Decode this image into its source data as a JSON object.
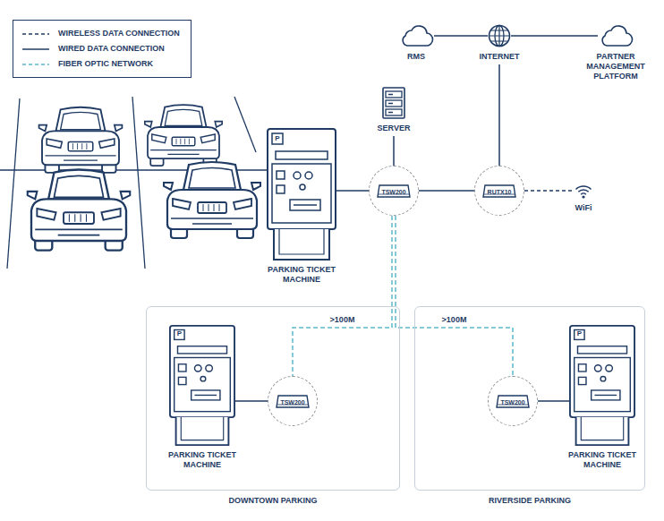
{
  "diagram": {
    "nodes": [
      {
        "text": [
          "RMS"
        ]
      },
      {
        "text": [
          "INTERNET"
        ]
      },
      {
        "text": [
          "PARTNER MANAGEMENT PLATFORM"
        ]
      },
      {
        "text": [
          "SERVER"
        ]
      },
      {
        "text": [
          "PARKING TICKET MACHINE"
        ]
      },
      {
        "text": [
          "TSW200"
        ]
      },
      {
        "text": [
          "RUTX10"
        ]
      },
      {
        "text": [
          "WiFi"
        ]
      },
      {
        "text": [
          "DOWNTOWN PARKING"
        ]
      },
      {
        "text": [
          "PARKING TICKET MACHINE"
        ],
        "in": 8
      },
      {
        "text": [
          "TSW200"
        ],
        "in": 8
      },
      {
        "text": [
          "RIVERSIDE PARKING"
        ]
      },
      {
        "text": [
          "PARKING TICKET MACHINE"
        ],
        "in": 11
      },
      {
        "text": [
          "TSW200"
        ],
        "in": 11
      }
    ],
    "edges": [
      {
        "from": 0,
        "to": 1,
        "arrow": "none"
      },
      {
        "from": 1,
        "to": 2,
        "arrow": "none"
      },
      {
        "from": 1,
        "to": 6,
        "arrow": "none"
      },
      {
        "from": 3,
        "to": 5,
        "arrow": "none"
      },
      {
        "from": 4,
        "to": 5,
        "arrow": "none"
      },
      {
        "from": 5,
        "to": 6,
        "arrow": "none"
      },
      {
        "from": 6,
        "to": 7,
        "arrow": "none"
      },
      {
        "from": 5,
        "to": 10,
        "label": ">100M",
        "arrow": "none"
      },
      {
        "from": 5,
        "to": 13,
        "label": ">100M",
        "arrow": "none"
      },
      {
        "from": 9,
        "to": 10,
        "arrow": "none"
      },
      {
        "from": 13,
        "to": 12,
        "arrow": "none"
      }
    ],
    "labels": [
      "P",
      "P",
      "P"
    ],
    "legend": [
      {
        "text": "WIRELESS DATA CONNECTION"
      },
      {
        "text": "WIRED DATA CONNECTION"
      },
      {
        "text": "FIBER OPTIC NETWORK"
      }
    ]
  }
}
